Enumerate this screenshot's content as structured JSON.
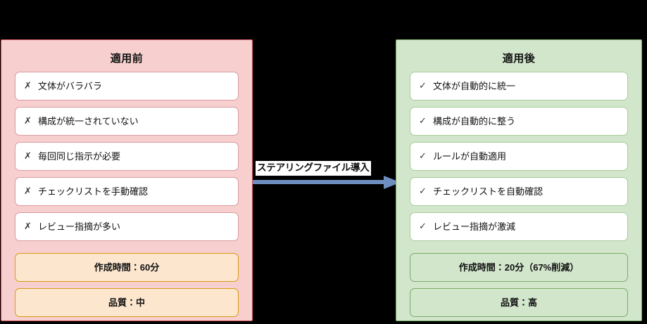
{
  "background_color": "#000000",
  "arrow": {
    "label": "ステアリングファイル導入",
    "color": "#6D8FC0",
    "label_background": "#FFFFFF",
    "direction": "left-to-right",
    "icon": "arrow-right-icon"
  },
  "before_panel": {
    "title": "適用前",
    "background_color": "#F7CFCF",
    "border_color": "#C94F55",
    "mark": "✗",
    "mark_name": "cross-mark-icon",
    "items": [
      {
        "mark": "✗",
        "text": "文体がバラバラ"
      },
      {
        "mark": "✗",
        "text": "構成が統一されていない"
      },
      {
        "mark": "✗",
        "text": "毎回同じ指示が必要"
      },
      {
        "mark": "✗",
        "text": "チェックリストを手動確認"
      },
      {
        "mark": "✗",
        "text": "レビュー指摘が多い"
      }
    ],
    "summaries": [
      {
        "text": "作成時間：60分"
      },
      {
        "text": "品質：中"
      }
    ],
    "summary_background_color": "#FCE6CE",
    "summary_border_color": "#D99A12"
  },
  "after_panel": {
    "title": "適用後",
    "background_color": "#D2E6CC",
    "border_color": "#7AAD6A",
    "mark": "✓",
    "mark_name": "check-mark-icon",
    "items": [
      {
        "mark": "✓",
        "text": "文体が自動的に統一"
      },
      {
        "mark": "✓",
        "text": "構成が自動的に整う"
      },
      {
        "mark": "✓",
        "text": "ルールが自動適用"
      },
      {
        "mark": "✓",
        "text": "チェックリストを自動確認"
      },
      {
        "mark": "✓",
        "text": "レビュー指摘が激減"
      }
    ],
    "summaries": [
      {
        "text": "作成時間：20分（67%削減）"
      },
      {
        "text": "品質：高"
      }
    ],
    "summary_background_color": "#D2E6CC",
    "summary_border_color": "#7AAD6A"
  }
}
